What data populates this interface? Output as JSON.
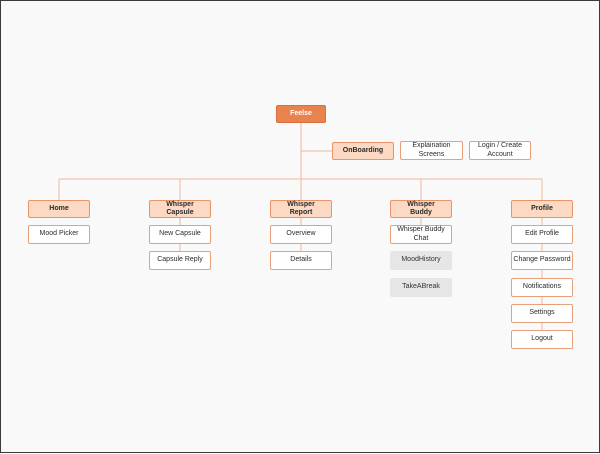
{
  "root": {
    "label": "Feelse"
  },
  "onboarding": {
    "label": "OnBoarding",
    "steps": [
      "Explaination\nScreens",
      "Login / Create\nAccount"
    ]
  },
  "columns": [
    {
      "label": "Home",
      "items": [
        {
          "label": "Mood Picker"
        }
      ]
    },
    {
      "label": "Whisper\nCapsule",
      "items": [
        {
          "label": "New Capsule"
        },
        {
          "label": "Capsule Reply"
        }
      ]
    },
    {
      "label": "Whisper\nReport",
      "items": [
        {
          "label": "Overview"
        },
        {
          "label": "Details"
        }
      ]
    },
    {
      "label": "Whisper\nBuddy",
      "items": [
        {
          "label": "Whisper Buddy\nChat"
        },
        {
          "label": "MoodHistory",
          "muted": true
        },
        {
          "label": "TakeABreak",
          "muted": true
        }
      ]
    },
    {
      "label": "Profile",
      "items": [
        {
          "label": "Edit Profile"
        },
        {
          "label": "Change Password"
        },
        {
          "label": "Notifications"
        },
        {
          "label": "Settings"
        },
        {
          "label": "Logout"
        }
      ]
    }
  ],
  "colors": {
    "root": "#e8824f",
    "header": "#fcd9c2",
    "border": "#e7946a",
    "connector": "#f0b896",
    "muted": "#e6e6e6"
  }
}
